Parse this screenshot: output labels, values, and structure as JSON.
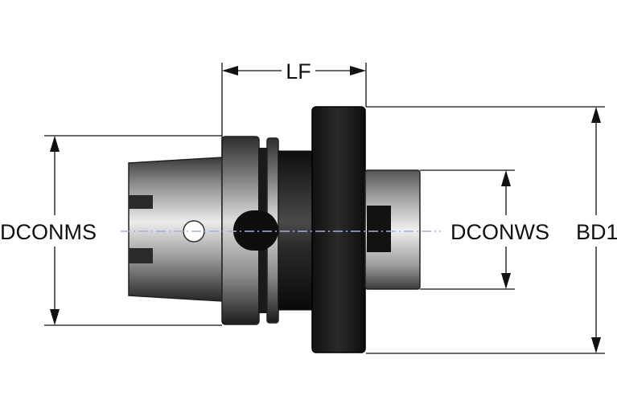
{
  "labels": {
    "lf": "LF",
    "dconms": "DCONMS",
    "dconws": "DCONWS",
    "bd1": "BD1"
  },
  "icons": {
    "dimension_arrow": "arrowhead",
    "cross_hole": "circle-hole"
  },
  "colors": {
    "line": "#111111",
    "centerline": "#9bb3d6",
    "steel_dark": "#1b1b1b",
    "steel_mid": "#8a8a8a",
    "steel_light": "#e6e6e6"
  }
}
